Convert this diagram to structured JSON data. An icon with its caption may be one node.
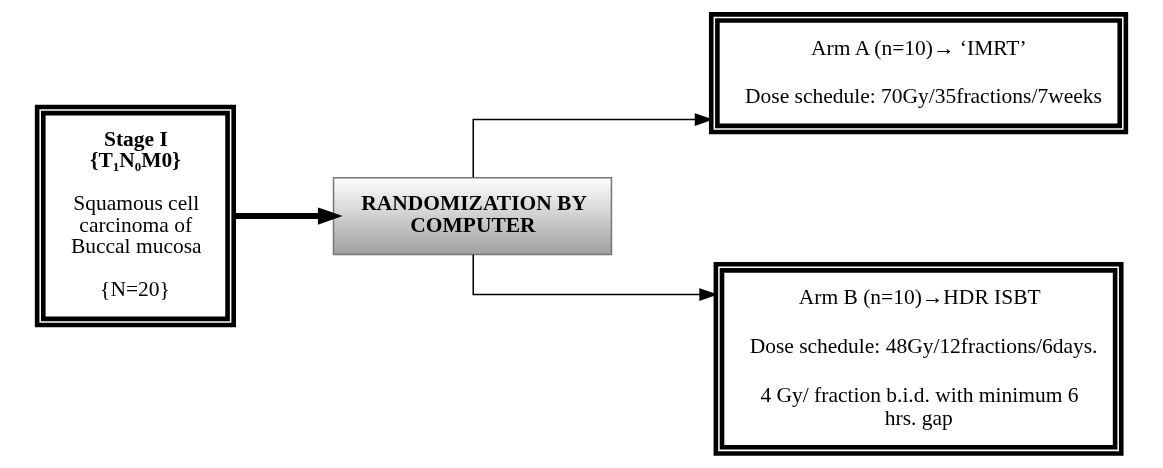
{
  "diagram": {
    "nodes": [
      {
        "text": [
          "Stage I {T₁N₀M0}",
          "Squamous cell carcinoma of Buccal mucosa",
          "{N=20}"
        ]
      },
      {
        "text": [
          "RANDOMIZATION BY COMPUTER"
        ]
      },
      {
        "text": [
          "Arm A (n=10)→ ‘IMRT’",
          "Dose schedule: 70Gy/35fractions/7weeks"
        ]
      },
      {
        "text": [
          "Arm B (n=10)→HDR ISBT",
          "Dose schedule: 48Gy/12fractions/6days.",
          "4 Gy/ fraction b.i.d. with minimum 6 hrs. gap"
        ]
      }
    ],
    "edges": [
      {
        "from": 0,
        "to": 1,
        "arrow": "to",
        "style": "thick"
      },
      {
        "from": 1,
        "to": 2,
        "arrow": "to"
      },
      {
        "from": 1,
        "to": 3,
        "arrow": "to"
      }
    ]
  }
}
